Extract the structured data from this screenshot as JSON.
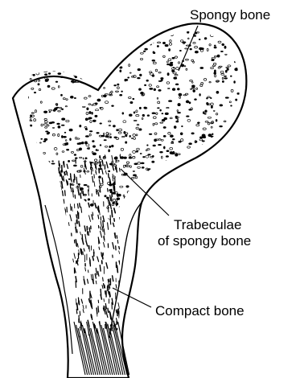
{
  "labels": {
    "spongy_bone": "Spongy bone",
    "trabeculae_line1": "Trabeculae",
    "trabeculae_line2": "of spongy bone",
    "compact_bone": "Compact bone"
  },
  "colors": {
    "ink": "#000000",
    "paper": "#ffffff"
  }
}
